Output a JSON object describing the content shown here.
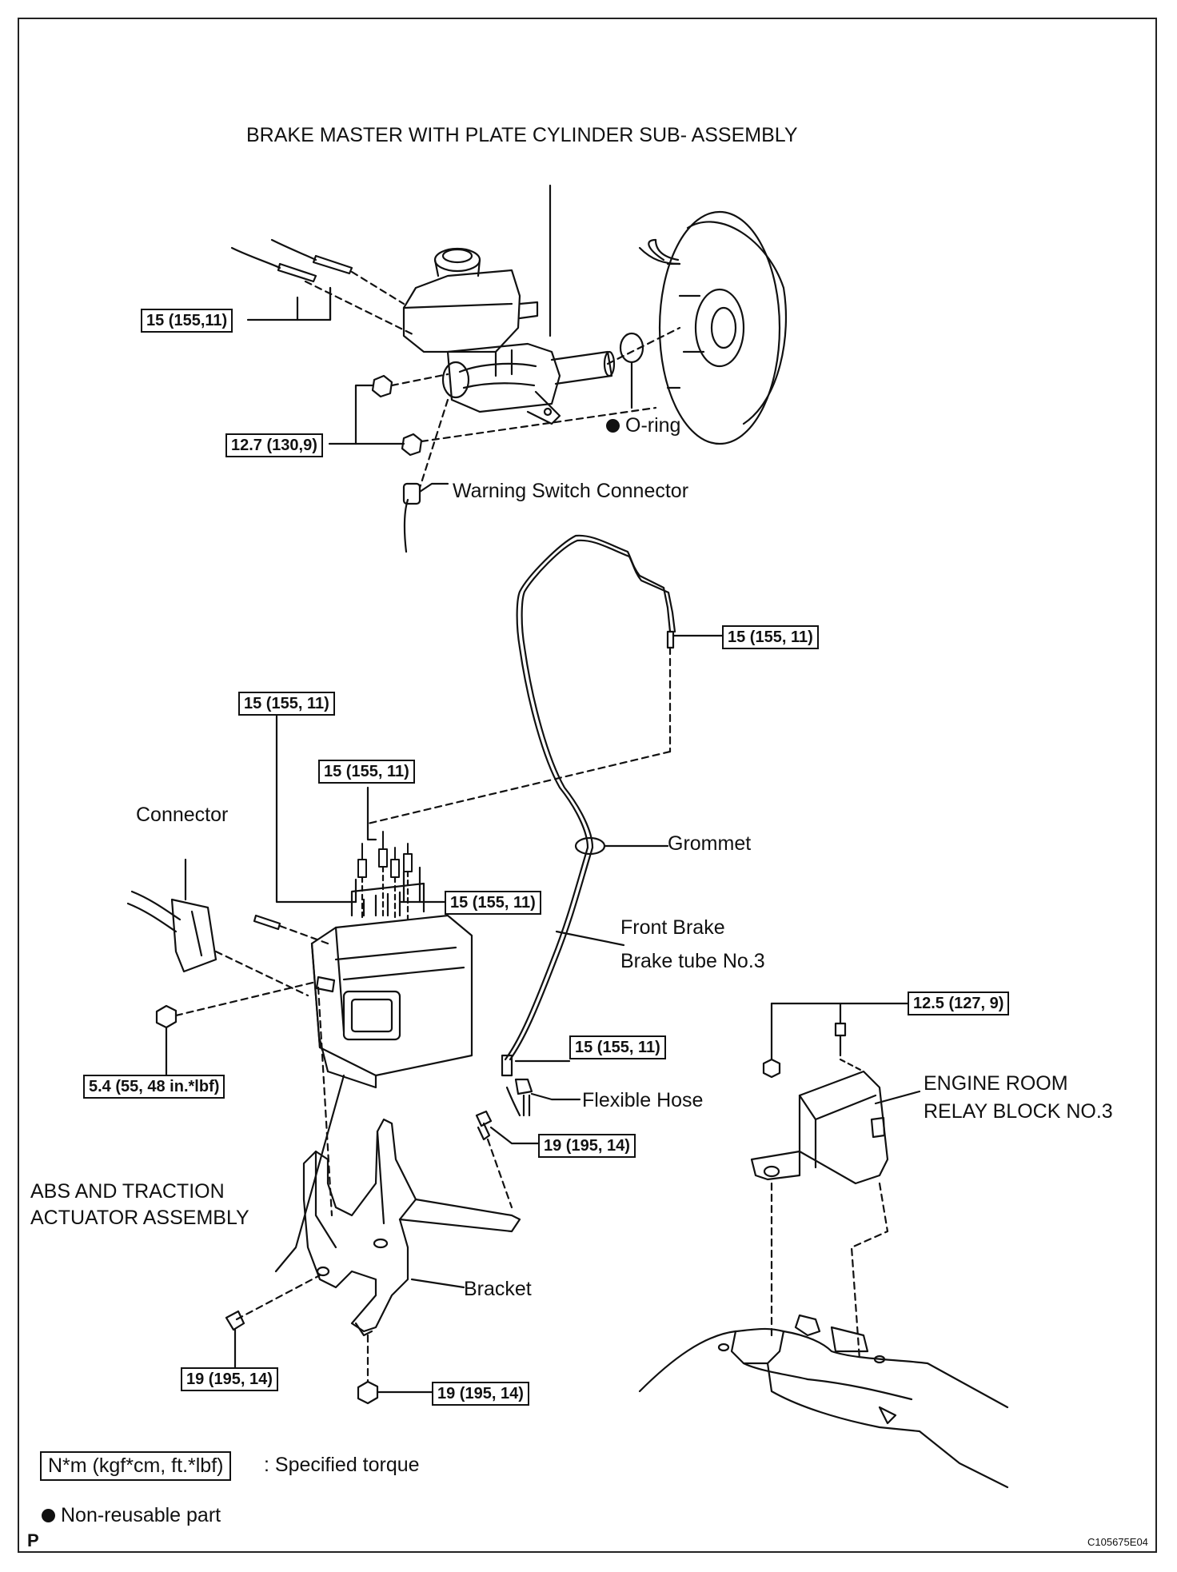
{
  "title": "BRAKE MASTER WITH PLATE CYLINDER SUB- ASSEMBLY",
  "labels": {
    "oring": "O-ring",
    "warning_switch": "Warning Switch Connector",
    "connector": "Connector",
    "grommet": "Grommet",
    "front_brake": "Front Brake",
    "brake_tube": "Brake tube No.3",
    "flexible_hose": "Flexible Hose",
    "engine_room_1": "ENGINE ROOM",
    "engine_room_2": "RELAY BLOCK NO.3",
    "abs_1": "ABS AND TRACTION",
    "abs_2": "ACTUATOR ASSEMBLY",
    "bracket": "Bracket"
  },
  "torques": {
    "master_tube": "15 (155,11)",
    "master_nut": "12.7 (130,9)",
    "tube_upper": "15 (155, 11)",
    "abs_top_left": "15 (155, 11)",
    "abs_top_mid": "15 (155, 11)",
    "abs_right": "15 (155, 11)",
    "tube_lower": "15 (155, 11)",
    "relay_bolt": "12.5 (127, 9)",
    "abs_nut": "5.4 (55, 48 in.*lbf)",
    "bracket_bolt_right": "19 (195, 14)",
    "bracket_bolt_left": "19 (195, 14)",
    "bracket_nut": "19 (195, 14)"
  },
  "legend": {
    "torque_box": "N*m (kgf*cm, ft.*lbf)",
    "torque_desc": ": Specified torque",
    "nonreusable": "Non-reusable part"
  },
  "footer": {
    "corner": "P",
    "code": "C105675E04"
  }
}
